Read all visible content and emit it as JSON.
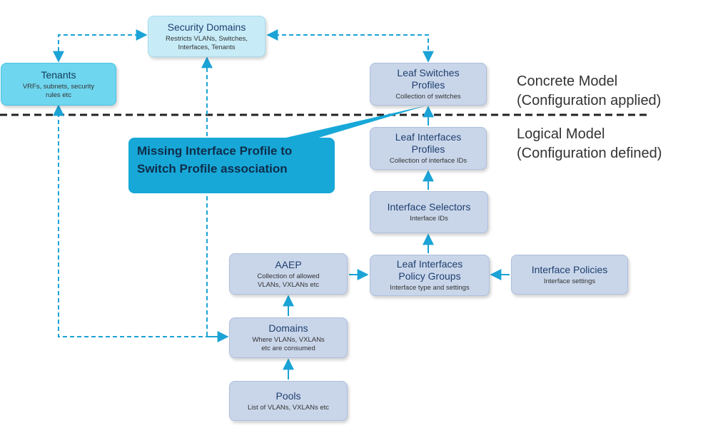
{
  "nodes": {
    "security_domains": {
      "title": "Security Domains",
      "subtitle": "Restricts VLANs, Switches,\nInterfaces, Tenants"
    },
    "tenants": {
      "title": "Tenants",
      "subtitle": "VRFs, subnets, security\nrules etc"
    },
    "leaf_switches_profiles": {
      "title": "Leaf Switches\nProfiles",
      "subtitle": "Collection of switches"
    },
    "leaf_interfaces_profiles": {
      "title": "Leaf Interfaces\nProfiles",
      "subtitle": "Collection of interface IDs"
    },
    "interface_selectors": {
      "title": "Interface Selectors",
      "subtitle": "Interface IDs"
    },
    "leaf_interfaces_policy_groups": {
      "title": "Leaf Interfaces\nPolicy Groups",
      "subtitle": "Interface type and settings"
    },
    "interface_policies": {
      "title": "Interface Policies",
      "subtitle": "Interface settings"
    },
    "aaep": {
      "title": "AAEP",
      "subtitle": "Collection of allowed\nVLANs, VXLANs etc"
    },
    "domains": {
      "title": "Domains",
      "subtitle": "Where VLANs, VXLANs\netc are consumed"
    },
    "pools": {
      "title": "Pools",
      "subtitle": "List of VLANs, VXLANs etc"
    }
  },
  "labels": {
    "concrete_model": "Concrete Model",
    "concrete_model_sub": "(Configuration applied)",
    "logical_model": "Logical Model",
    "logical_model_sub": "(Configuration defined)"
  },
  "callout": {
    "line1": "Missing Interface Profile to",
    "line2": "Switch Profile association"
  },
  "colors": {
    "arrow": "#1ba3d6",
    "box_blue": "#c9d6ea",
    "box_light": "#c7ecf8",
    "box_cyan": "#6fd6ef",
    "callout": "#17a8d8"
  }
}
